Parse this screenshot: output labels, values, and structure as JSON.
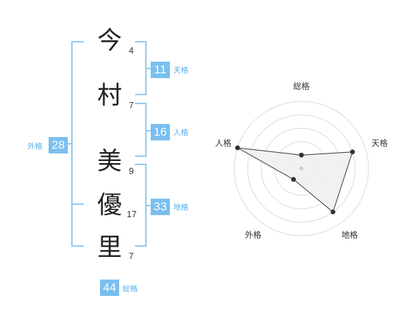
{
  "name": {
    "chars": [
      {
        "char": "今",
        "strokes": "4"
      },
      {
        "char": "村",
        "strokes": "7"
      },
      {
        "char": "美",
        "strokes": "9"
      },
      {
        "char": "優",
        "strokes": "17"
      },
      {
        "char": "里",
        "strokes": "7"
      }
    ]
  },
  "fortune": {
    "tenkaku": {
      "value": "11",
      "label": "天格"
    },
    "jinkaku": {
      "value": "16",
      "label": "人格"
    },
    "chikaku": {
      "value": "33",
      "label": "地格"
    },
    "gaikaku": {
      "value": "28",
      "label": "外格"
    },
    "soukaku": {
      "value": "44",
      "label": "総格"
    }
  },
  "colors": {
    "accent": "#7bbfef",
    "bracket": "#8ccaf2",
    "radar_fill": "#eeeeee",
    "radar_line": "#333333",
    "grid": "#d9d9d9"
  },
  "chart_data": {
    "type": "radar",
    "axes": [
      "総格",
      "天格",
      "地格",
      "外格",
      "人格"
    ],
    "values": [
      1,
      4,
      4,
      1,
      5
    ],
    "range": [
      0,
      5
    ],
    "grid": true
  }
}
